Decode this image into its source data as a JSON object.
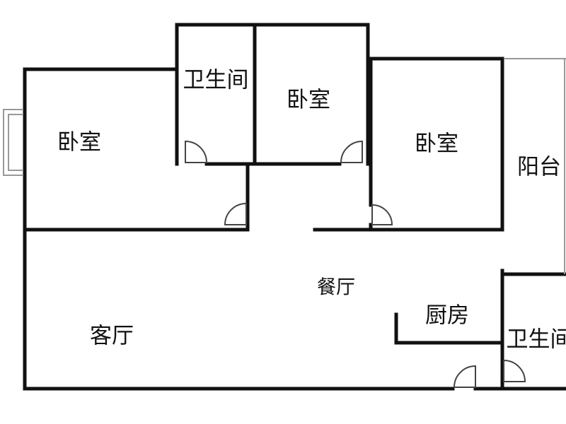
{
  "floor_plan": {
    "wall_color": "#111111",
    "rooms": [
      {
        "id": "bedroom-west",
        "label": "卧室"
      },
      {
        "id": "bathroom-north",
        "label": "卫生间"
      },
      {
        "id": "bedroom-north",
        "label": "卧室"
      },
      {
        "id": "bedroom-east",
        "label": "卧室"
      },
      {
        "id": "balcony",
        "label": "阳台"
      },
      {
        "id": "dining-room",
        "label": "餐厅"
      },
      {
        "id": "kitchen",
        "label": "厨房"
      },
      {
        "id": "living-room",
        "label": "客厅"
      },
      {
        "id": "bathroom-east",
        "label": "卫生间"
      }
    ]
  }
}
